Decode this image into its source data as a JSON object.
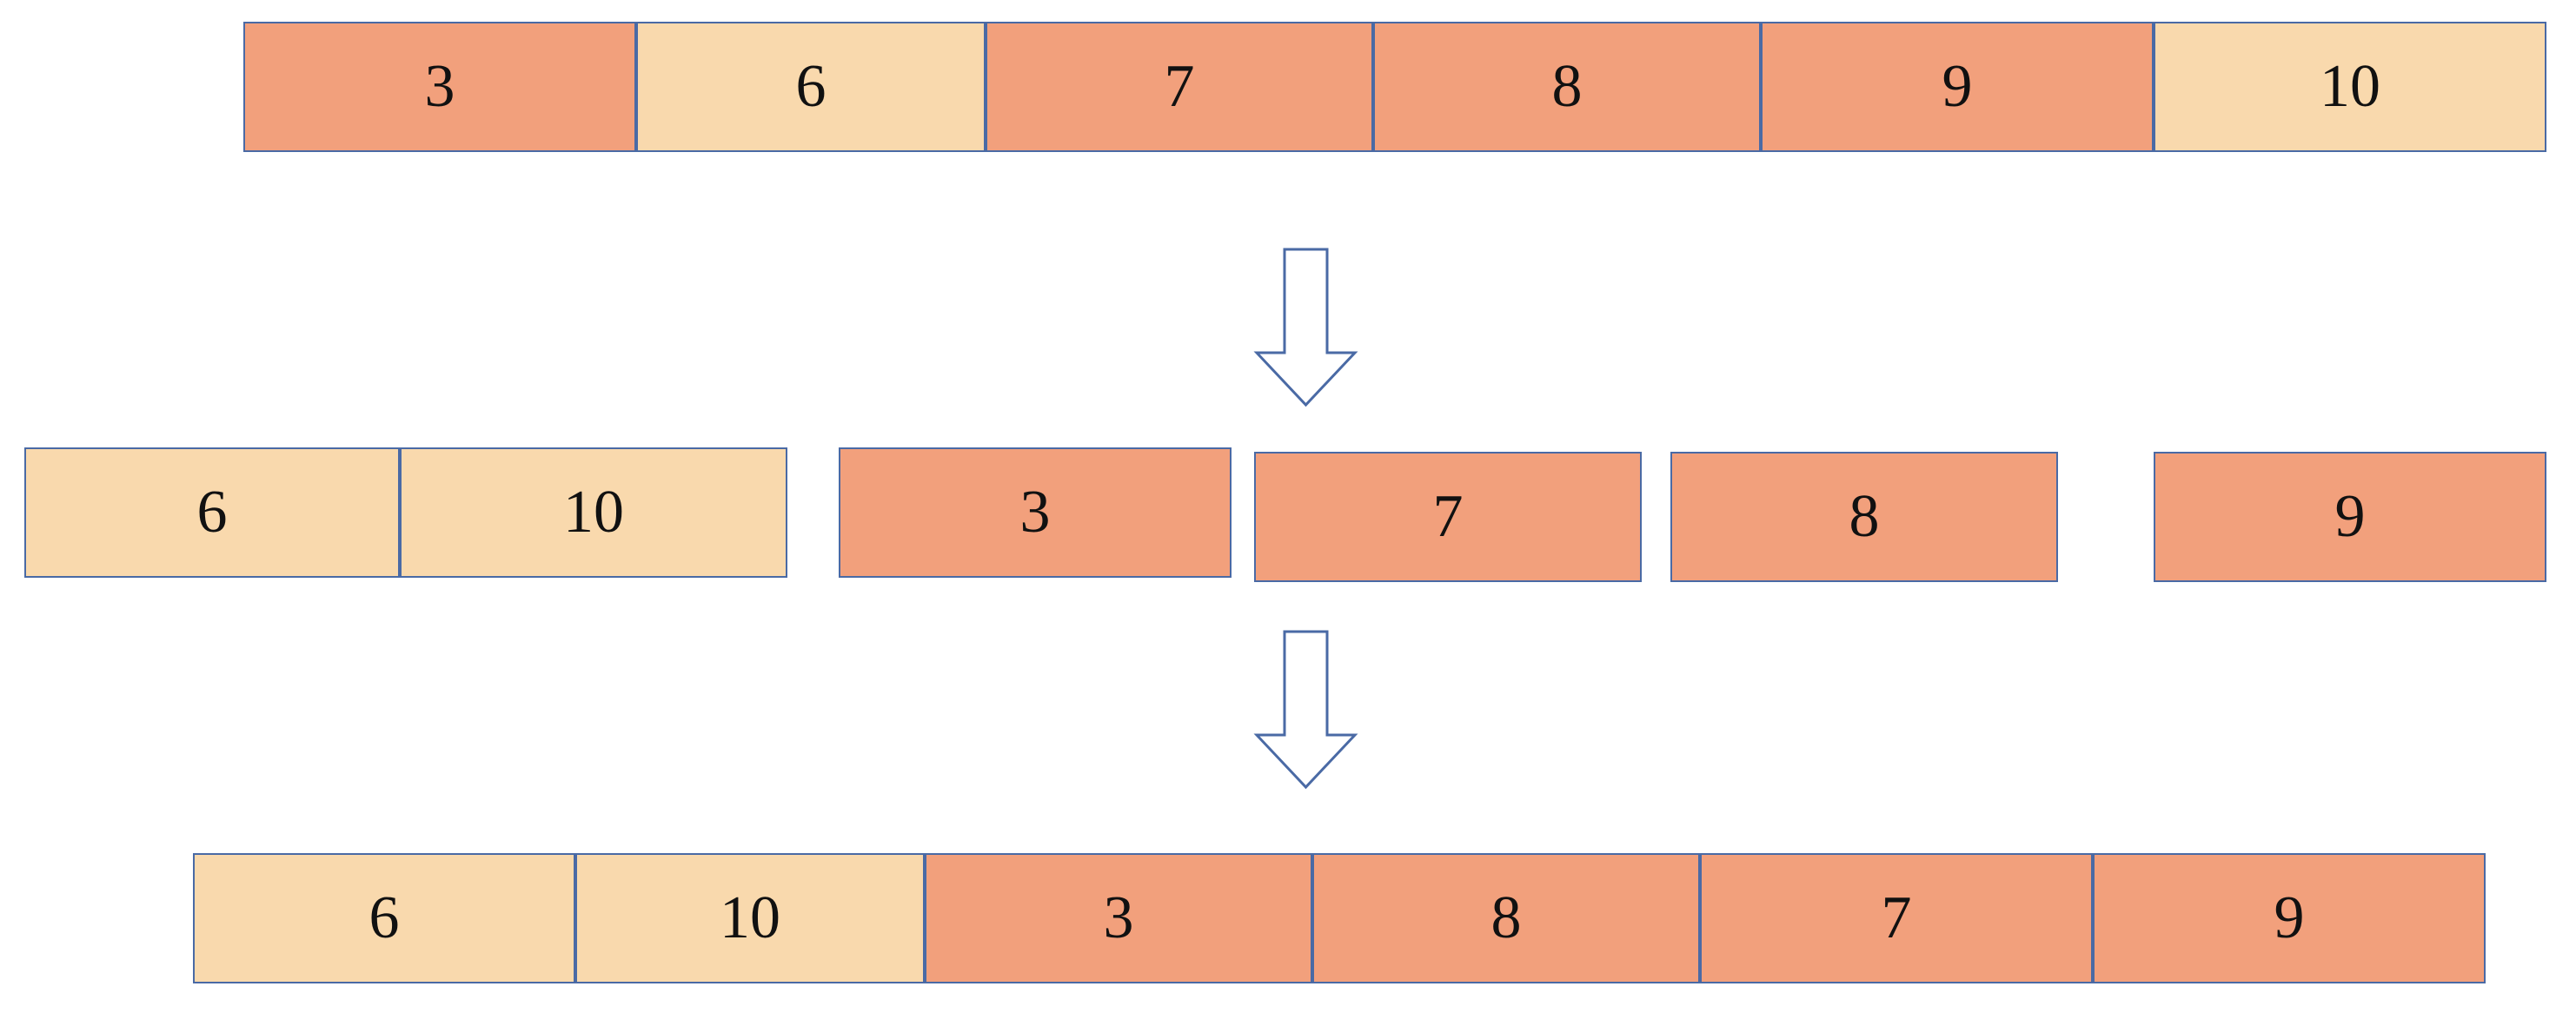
{
  "colors": {
    "light": "#f9d9ad",
    "dark": "#f2a07c",
    "border": "#4a6aa5"
  },
  "row1": {
    "cells": [
      {
        "label": "3",
        "fill": "dark"
      },
      {
        "label": "6",
        "fill": "light"
      },
      {
        "label": "7",
        "fill": "dark"
      },
      {
        "label": "8",
        "fill": "dark"
      },
      {
        "label": "9",
        "fill": "dark"
      },
      {
        "label": "10",
        "fill": "light"
      }
    ]
  },
  "row2": {
    "groups": [
      {
        "cells": [
          {
            "label": "6",
            "fill": "light"
          },
          {
            "label": "10",
            "fill": "light"
          }
        ]
      },
      {
        "cells": [
          {
            "label": "3",
            "fill": "dark"
          }
        ]
      },
      {
        "cells": [
          {
            "label": "7",
            "fill": "dark"
          }
        ]
      },
      {
        "cells": [
          {
            "label": "8",
            "fill": "dark"
          }
        ]
      },
      {
        "cells": [
          {
            "label": "9",
            "fill": "dark"
          }
        ]
      }
    ]
  },
  "row3": {
    "cells": [
      {
        "label": "6",
        "fill": "light"
      },
      {
        "label": "10",
        "fill": "light"
      },
      {
        "label": "3",
        "fill": "dark"
      },
      {
        "label": "8",
        "fill": "dark"
      },
      {
        "label": "7",
        "fill": "dark"
      },
      {
        "label": "9",
        "fill": "dark"
      }
    ]
  },
  "arrows": [
    {
      "icon": "down-arrow-icon"
    },
    {
      "icon": "down-arrow-icon"
    }
  ]
}
